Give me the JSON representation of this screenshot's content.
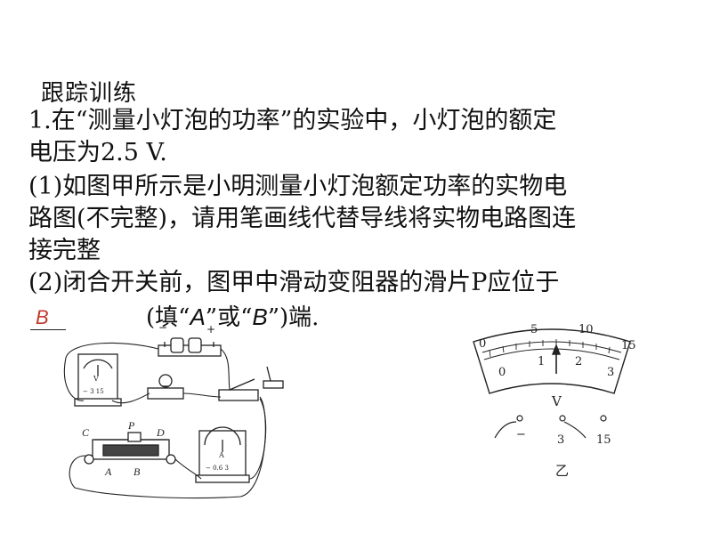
{
  "heading": "跟踪训练",
  "question": {
    "line1": "1.在“测量小灯泡的功率”的实验中，小灯泡的额定",
    "line2": "电压为2.5 V.",
    "part1_line1": "(1)如图甲所示是小明测量小灯泡额定功率的实物电",
    "part1_line2": "路图(不完整)，请用笔画线代替导线将实物电路图连",
    "part1_line3": "接完整",
    "part2_line1": "(2)闭合开关前，图甲中滑动变阻器的滑片P应位于",
    "part2_fill_prefix": "(填“",
    "option_a": "A",
    "part2_fill_mid": "”或“",
    "option_b": "B",
    "part2_fill_suffix": "”)端."
  },
  "answer": "B",
  "figure_jia": {
    "battery_minus": "−",
    "battery_plus": "+",
    "voltmeter_letter": "V",
    "voltmeter_terminals": "−  3  15",
    "ammeter_letter": "A",
    "ammeter_terminals": "−  0.6  3",
    "label_c": "C",
    "label_p": "P",
    "label_d": "D",
    "label_a": "A",
    "label_b": "B"
  },
  "figure_yi": {
    "outer_ticks": [
      "0",
      "5",
      "10",
      "15"
    ],
    "inner_ticks": [
      "0",
      "1",
      "2",
      "3"
    ],
    "meter_letter": "V",
    "terminals": [
      "−",
      "3",
      "15"
    ],
    "caption": "乙"
  },
  "colors": {
    "answer": "#c0392b",
    "ink": "#111111"
  }
}
